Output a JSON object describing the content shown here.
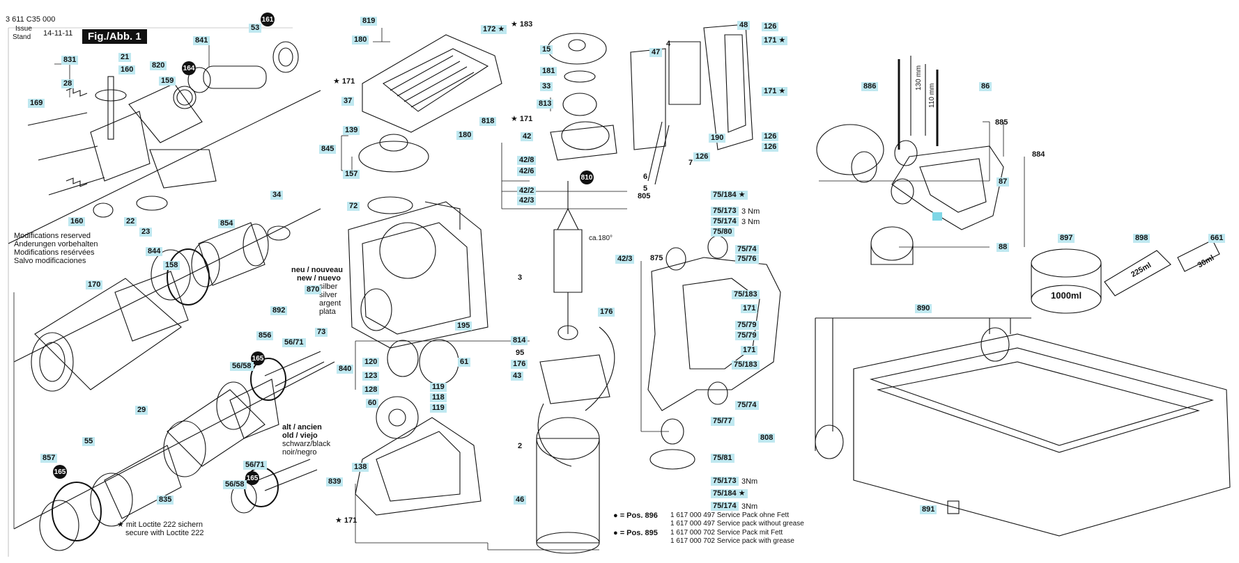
{
  "header": {
    "doc_number": "3 611 C35 000",
    "issue_label": "Issue",
    "stand_label": "Stand",
    "date": "14-11-11",
    "fig_label": "Fig./Abb. 1"
  },
  "notes": {
    "modifications": [
      "Modifications reserved",
      "Änderungen vorbehalten",
      "Modifications resérvées",
      "Salvo modificaciones"
    ],
    "new_variant": [
      "neu / nouveau",
      "new / nuevo",
      "silber",
      "silver",
      "argent",
      "plata"
    ],
    "old_variant": [
      "alt / ancien",
      "old / viejo",
      "schwarz/black",
      "noir/negro"
    ],
    "loctite": [
      "★ mit Loctite 222 sichern",
      "secure with Loctite 222"
    ],
    "service_pack_1_pos": "● = Pos. 896",
    "service_pack_1_lines": [
      "1 617 000 497 Service Pack ohne Fett",
      "1 617 000 497 Service pack without grease"
    ],
    "service_pack_2_pos": "● = Pos. 895",
    "service_pack_2_lines": [
      "1 617 000 702 Service Pack mit Fett",
      "1 617 000 702 Service pack with grease"
    ],
    "angle": "ca.180°",
    "dim_130": "130 mm",
    "dim_110": "110 mm",
    "grease_1000": "1000ml",
    "grease_225": "225ml",
    "grease_30": "30ml"
  },
  "labels": {
    "l819": "819",
    "l172": "172 ★",
    "l183": "★ 183",
    "l48": "48",
    "l126a": "126",
    "l180a": "180",
    "l841": "841",
    "l53": "53",
    "l161": "161",
    "l831": "831",
    "l21": "21",
    "l160a": "160",
    "l28": "28",
    "l820": "820",
    "l159": "159",
    "l164": "164",
    "l169": "169",
    "l15": "15",
    "l47": "47",
    "l4": "4",
    "l171a": "171 ★",
    "l171b": "★ 171",
    "l37": "37",
    "l181": "181",
    "l33": "33",
    "l813": "813",
    "l171c": "171 ★",
    "l818": "818",
    "l180b": "180",
    "l171d": "★ 171",
    "l139": "139",
    "l845": "845",
    "l157": "157",
    "l42": "42",
    "l190": "190",
    "l126b": "126",
    "l126c": "126",
    "l7": "7",
    "l6": "6",
    "l5": "5",
    "l805": "805",
    "l42_8": "42/8",
    "l42_6": "42/6",
    "l810": "810",
    "l42_2": "42/2",
    "l42_3a": "42/3",
    "l75_184a": "75/184 ★",
    "l75_173a": "75/173",
    "l75_174a": "75/174",
    "l75_80": "75/80",
    "l3nm_a": "3 Nm",
    "l3nm_b": "3 Nm",
    "l886": "886",
    "l86": "86",
    "l885": "885",
    "l884": "884",
    "l87": "87",
    "l88": "88",
    "l34": "34",
    "l160b": "160",
    "l22": "22",
    "l23": "23",
    "l72": "72",
    "l854": "854",
    "l844": "844",
    "l158": "158",
    "l170": "170",
    "l892": "892",
    "l870": "870",
    "l856": "856",
    "l56_71a": "56/71",
    "l73": "73",
    "l165a": "165",
    "l56_58a": "56/58",
    "l42_3b": "42/3",
    "l3": "3",
    "l176a": "176",
    "l195": "195",
    "l814": "814",
    "l95": "95",
    "l176b": "176",
    "l43": "43",
    "l120": "120",
    "l61": "61",
    "l123": "123",
    "l128": "128",
    "l119a": "119",
    "l118": "118",
    "l119b": "119",
    "l840": "840",
    "l60": "60",
    "l29": "29",
    "l55": "55",
    "l857": "857",
    "l165b": "165",
    "l835": "835",
    "l56_71b": "56/71",
    "l165c": "165",
    "l56_58b": "56/58",
    "l138": "138",
    "l839": "839",
    "l171e": "★ 171",
    "l2": "2",
    "l46": "46",
    "l875": "875",
    "l75_74a": "75/74",
    "l75_76": "75/76",
    "l75_183a": "75/183",
    "l171f": "171",
    "l75_79a": "75/79",
    "l75_79b": "75/79",
    "l171g": "171",
    "l75_183b": "75/183",
    "l75_74b": "75/74",
    "l75_77": "75/77",
    "l808": "808",
    "l75_81": "75/81",
    "l75_173b": "75/173",
    "l75_184b": "75/184 ★",
    "l75_174b": "75/174",
    "l3nm_c": "3Nm",
    "l3nm_d": "3Nm",
    "l897": "897",
    "l898": "898",
    "l661": "661",
    "l890": "890",
    "l891": "891"
  },
  "colors": {
    "label_bg": "#bfe8f0",
    "ink": "#111111",
    "accent_rect": "#7fd6e6"
  }
}
